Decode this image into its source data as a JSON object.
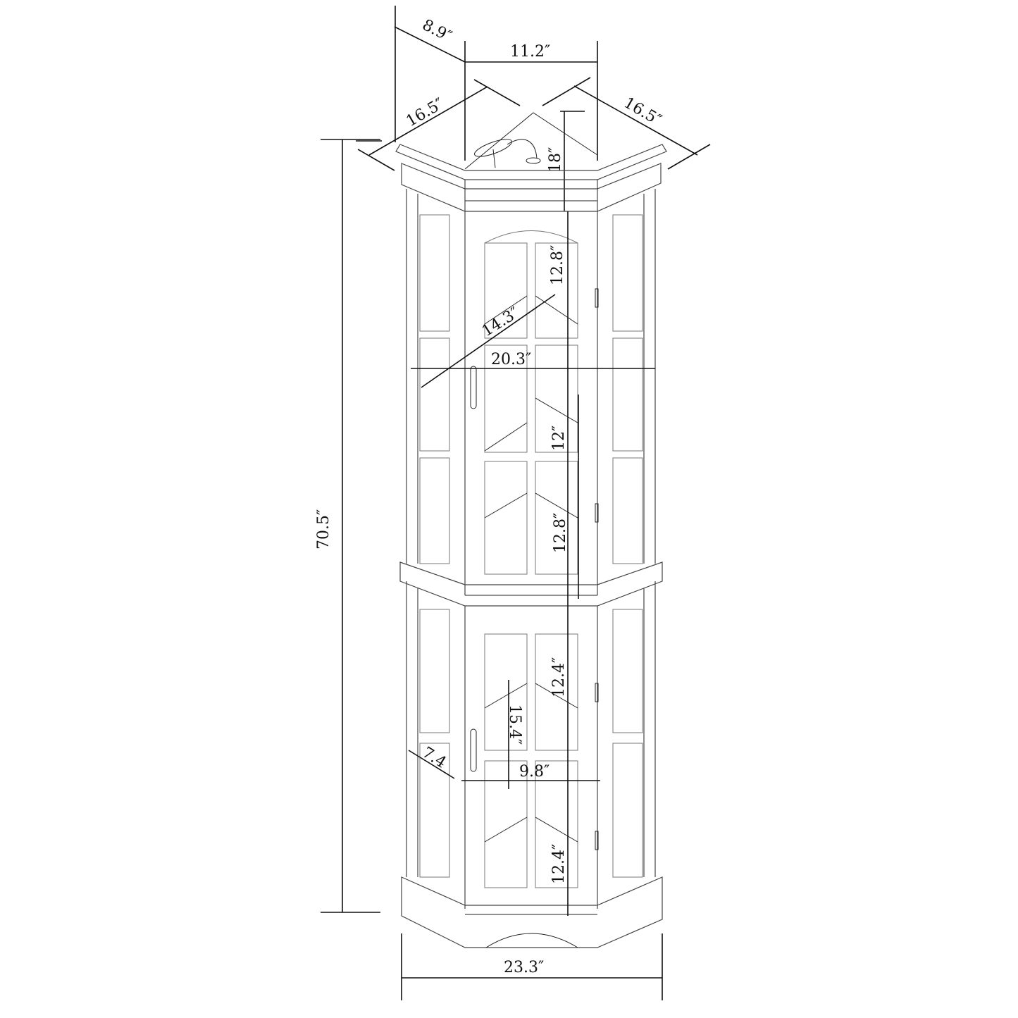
{
  "diagram": {
    "subject": "corner-curio-cabinet",
    "view": "front-elevation-with-top-plan",
    "units": "inches",
    "line_color": "#111111",
    "background": "#ffffff"
  },
  "dimensions": {
    "top_side_depth": "8.9″",
    "top_front_width": "11.2″",
    "top_left_side": "16.5″",
    "top_right_side": "16.5″",
    "top_inner_depth": "18″",
    "total_height": "70.5″",
    "upper_top_shelf_height": "12.8″",
    "shelf_diagonal": "14.3″",
    "upper_width": "20.3″",
    "upper_middle_shelf_height": "12″",
    "upper_bottom_shelf_height": "12.8″",
    "lower_top_shelf_height": "12.4″",
    "lower_door_height": "15.4″",
    "side_panel_width": "7.4",
    "lower_door_width": "9.8″",
    "lower_bottom_shelf_height": "12.4″",
    "base_width": "23.3″"
  }
}
